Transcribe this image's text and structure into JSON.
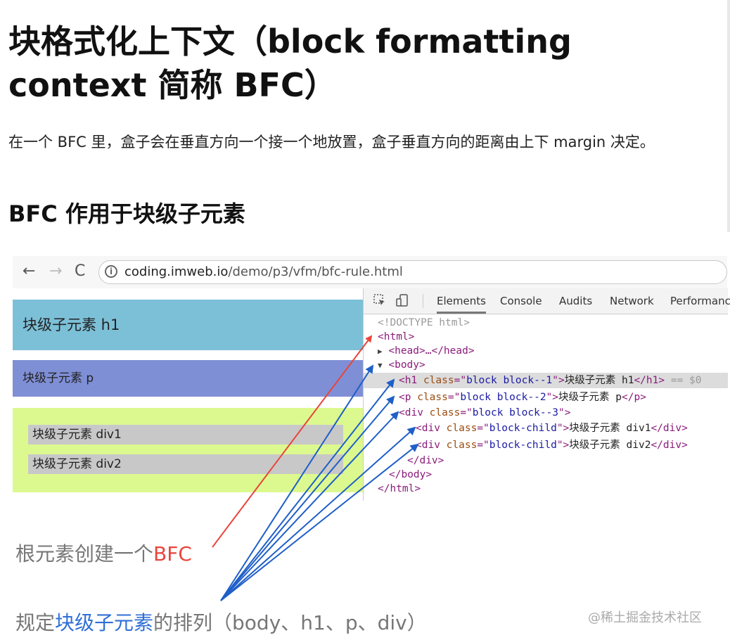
{
  "article": {
    "title": "块格式化上下文（block formatting context 简称 BFC）",
    "intro": "在一个 BFC 里，盒子会在垂直方向一个接一个地放置，盒子垂直方向的距离由上下 margin 决定。",
    "section_title": "BFC 作用于块级子元素"
  },
  "browser": {
    "back": "←",
    "forward": "→",
    "reload": "C",
    "info": "i",
    "url_host": "coding.imweb.io",
    "url_path": "/demo/p3/vfm/bfc-rule.html"
  },
  "preview": {
    "h1": "块级子元素 h1",
    "p": "块级子元素 p",
    "div1": "块级子元素 div1",
    "div2": "块级子元素 div2"
  },
  "devtools": {
    "tabs": [
      "Elements",
      "Console",
      "Audits",
      "Network",
      "Performanc"
    ],
    "doctype": "<!DOCTYPE html>",
    "html_open": "<html>",
    "head": "<head>…</head>",
    "body_open": "<body>",
    "h1": {
      "tag": "h1",
      "cls": "block block--1",
      "text": "块级子元素 h1",
      "suffix": "== $0"
    },
    "p": {
      "tag": "p",
      "cls": "block block--2",
      "text": "块级子元素 p"
    },
    "div": {
      "tag": "div",
      "cls": "block block--3"
    },
    "child1": {
      "tag": "div",
      "cls": "block-child",
      "text": "块级子元素 div1"
    },
    "child2": {
      "tag": "div",
      "cls": "block-child",
      "text": "块级子元素 div2"
    },
    "div_close": "</div>",
    "body_close": "</body>",
    "html_close": "</html>"
  },
  "captions": {
    "root_prefix": "根元素创建一个",
    "root_highlight": "BFC",
    "rule_prefix": "规定",
    "rule_highlight": "块级子元素",
    "rule_suffix": "的排列（body、h1、p、div）"
  },
  "watermark": "@稀土掘金技术社区",
  "colors": {
    "red": "#e8453c",
    "blue": "#2f6fd6",
    "h1_block": "#7cc0d8",
    "p_block": "#7f8fd6",
    "div_block": "#dcf98f",
    "child_block": "#c8c8c8"
  }
}
